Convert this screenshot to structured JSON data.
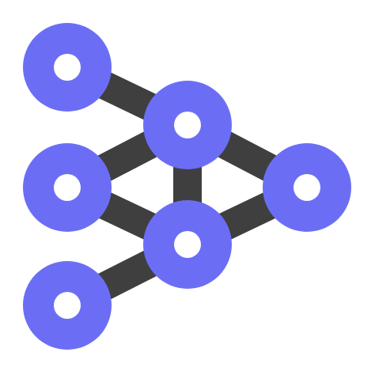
{
  "icon": {
    "name": "network-graph-icon",
    "colors": {
      "background": "#FFFFFF",
      "node_fill": "#6B6EF5",
      "node_hole": "#FFFFFF",
      "edge": "#3F3F3F"
    }
  },
  "graph": {
    "nodes": [
      {
        "id": "top-left"
      },
      {
        "id": "middle-left"
      },
      {
        "id": "bottom-left"
      },
      {
        "id": "center-top"
      },
      {
        "id": "center-bottom"
      },
      {
        "id": "right"
      }
    ],
    "edges": [
      {
        "from": "top-left",
        "to": "center-top"
      },
      {
        "from": "middle-left",
        "to": "center-top"
      },
      {
        "from": "middle-left",
        "to": "center-bottom"
      },
      {
        "from": "bottom-left",
        "to": "center-bottom"
      },
      {
        "from": "center-top",
        "to": "center-bottom"
      },
      {
        "from": "center-top",
        "to": "right"
      },
      {
        "from": "center-bottom",
        "to": "right"
      }
    ]
  }
}
